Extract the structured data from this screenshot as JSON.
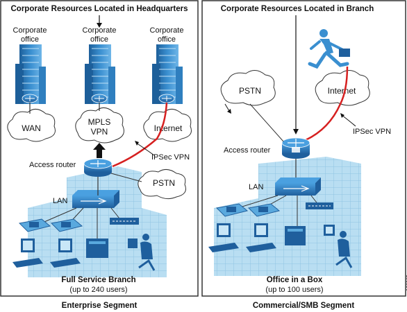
{
  "left_panel": {
    "title": "Corporate Resources Located in Headquarters",
    "offices": [
      "Corporate office",
      "Corporate office",
      "Corporate office"
    ],
    "office_line1": "Corporate",
    "office_line2": "office",
    "clouds": {
      "wan": "WAN",
      "mpls_line1": "MPLS",
      "mpls_line2": "VPN",
      "internet": "Internet",
      "pstn": "PSTN"
    },
    "access_router": "Access router",
    "ipsec_vpn": "IPSec VPN",
    "lan": "LAN",
    "branch_title": "Full Service Branch",
    "branch_subtitle": "(up to 240 users)",
    "segment": "Enterprise Segment"
  },
  "right_panel": {
    "title": "Corporate Resources Located in Branch",
    "clouds": {
      "pstn": "PSTN",
      "internet": "Internet"
    },
    "ipsec_vpn": "IPSec VPN",
    "access_router": "Access router",
    "lan": "LAN",
    "branch_title": "Office in a Box",
    "branch_subtitle": "(up to 100 users)",
    "segment": "Commercial/SMB Segment"
  },
  "figure_id": "126065",
  "colors": {
    "building": "#3a8fd0",
    "building_dark": "#1d5f9a",
    "lan_block": "#a9d6ef",
    "ipsec_line": "#d62020",
    "panel_border": "#333333"
  }
}
